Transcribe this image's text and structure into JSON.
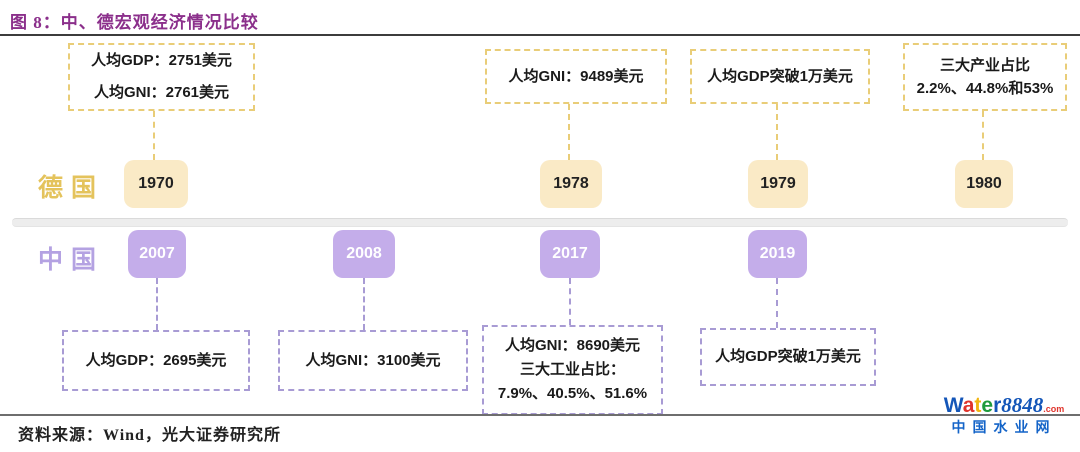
{
  "title": "图 8：中、德宏观经济情况比较",
  "germany": {
    "label": "德国",
    "events": [
      {
        "year": "1970",
        "lines": [
          "人均GDP：2751美元",
          "人均GNI：2761美元"
        ]
      },
      {
        "year": "1978",
        "lines": [
          "人均GNI：9489美元"
        ]
      },
      {
        "year": "1979",
        "lines": [
          "人均GDP突破1万美元"
        ]
      },
      {
        "year": "1980",
        "lines": [
          "三大产业占比",
          "2.2%、44.8%和53%"
        ]
      }
    ]
  },
  "china": {
    "label": "中国",
    "events": [
      {
        "year": "2007",
        "lines": [
          "人均GDP：2695美元"
        ]
      },
      {
        "year": "2008",
        "lines": [
          "人均GNI：3100美元"
        ]
      },
      {
        "year": "2017",
        "lines": [
          "人均GNI：8690美元",
          "三大工业占比：",
          "7.9%、40.5%、51.6%"
        ]
      },
      {
        "year": "2019",
        "lines": [
          "人均GDP突破1万美元"
        ]
      }
    ]
  },
  "source": "资料来源：Wind，光大证券研究所",
  "logo": {
    "letters": [
      {
        "char": "W",
        "color": "#1456b8"
      },
      {
        "char": "a",
        "color": "#e0342c"
      },
      {
        "char": "t",
        "color": "#f2b50f"
      },
      {
        "char": "e",
        "color": "#1f9b3c"
      },
      {
        "char": "r",
        "color": "#1456b8"
      }
    ],
    "number": "8848",
    "tld": ".com",
    "subtitle": "中国水业网"
  },
  "colors": {
    "title_text": "#8b2f8b",
    "germany_accent": "#e9cd78",
    "germany_year_bg": "#faeac6",
    "germany_label": "#e4c35c",
    "china_accent": "#a89bd4",
    "china_year_bg": "#c4adea",
    "china_label": "#b4a2e2"
  }
}
